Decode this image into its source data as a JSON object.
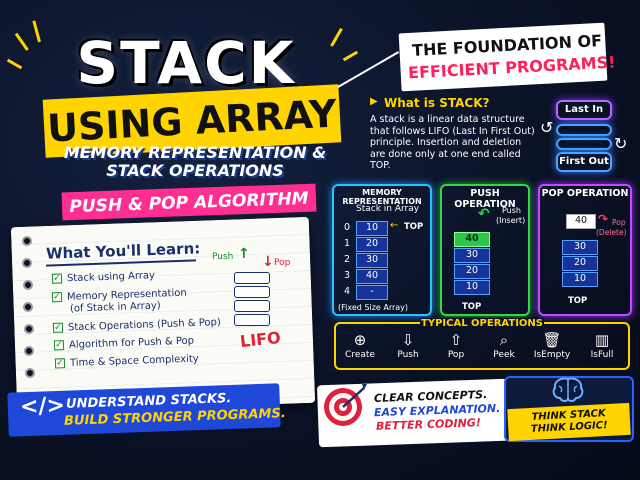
{
  "title": {
    "line1": "STACK",
    "line2": "USING ARRAY",
    "subtitle1": "MEMORY REPRESENTATION &",
    "subtitle2": "STACK OPERATIONS",
    "subtitle3": "PUSH & POP ALGORITHM"
  },
  "learn": {
    "heading": "What You'll Learn:",
    "items": [
      "Stack using Array",
      "Memory Representation",
      "(of Stack in Array)",
      "Stack Operations (Push & Pop)",
      "Algorithm for Push & Pop",
      "Time & Space Complexity"
    ],
    "push_label": "Push",
    "pop_label": "Pop",
    "lifo_label": "LIFO"
  },
  "banner_left": {
    "line1": "UNDERSTAND STACKS.",
    "line2": "BUILD STRONGER PROGRAMS.",
    "icon_text": "</>"
  },
  "foundation": {
    "line1": "THE FOUNDATION OF",
    "line2": "EFFICIENT PROGRAMS!"
  },
  "what_is": {
    "title": "What is STACK?",
    "body_lines": [
      "A stack is a linear data structure",
      "that follows LIFO (Last In First Out)",
      "principle. Insertion and deletion",
      "are done only at one end called",
      "TOP."
    ],
    "last_in": "Last In",
    "first_out": "First Out"
  },
  "memory_panel": {
    "title": "MEMORY REPRESENTATION",
    "sub": "Stack in Array",
    "indices": [
      "0",
      "1",
      "2",
      "3",
      "4"
    ],
    "cells": [
      "10",
      "20",
      "30",
      "40",
      "-"
    ],
    "top_label": "TOP",
    "footer": "(Fixed Size Array)"
  },
  "push_panel": {
    "title": "PUSH OPERATION",
    "push_label": "Push",
    "insert_label": "(Insert)",
    "cells": [
      "40",
      "30",
      "20",
      "10"
    ],
    "top_label": "TOP"
  },
  "pop_panel": {
    "title": "POP OPERATION",
    "popped": "40",
    "pop_label": "Pop",
    "delete_label": "(Delete)",
    "cells": [
      "30",
      "20",
      "10"
    ],
    "top_label": "TOP"
  },
  "operations": {
    "title": "TYPICAL OPERATIONS",
    "items": [
      {
        "label": "Create",
        "icon": "plus-circle-icon",
        "glyph": "⊕"
      },
      {
        "label": "Push",
        "icon": "push-down-icon",
        "glyph": "⇩"
      },
      {
        "label": "Pop",
        "icon": "pop-up-icon",
        "glyph": "⇧"
      },
      {
        "label": "Peek",
        "icon": "magnifier-icon",
        "glyph": "⌕"
      },
      {
        "label": "IsEmpty",
        "icon": "trash-icon",
        "glyph": "🗑"
      },
      {
        "label": "IsFull",
        "icon": "bars-icon",
        "glyph": "▥"
      }
    ]
  },
  "concepts": {
    "line1": "CLEAR CONCEPTS.",
    "line2": "EASY EXPLANATION.",
    "line3": "BETTER CODING!"
  },
  "think": {
    "line1": "THINK STACK",
    "line2": "THINK LOGIC!"
  },
  "colors": {
    "yellow": "#ffd400",
    "pink": "#ff2f92",
    "blue": "#1f48d8",
    "cyan_panel": "#27c4ff",
    "green_panel": "#37d34a",
    "purple_panel": "#c34bff"
  }
}
